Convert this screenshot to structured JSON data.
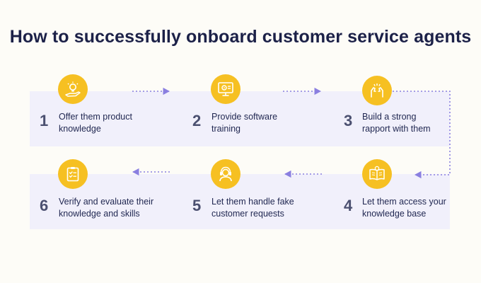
{
  "title": "How to successfully onboard customer service agents",
  "accent_color": "#f6c022",
  "band_color": "#f1f0fb",
  "arrow_color": "#8a7fe0",
  "steps": [
    {
      "number": "1",
      "line1": "Offer them product",
      "line2": "knowledge",
      "icon": "lightbulb-hand-icon"
    },
    {
      "number": "2",
      "line1": "Provide software",
      "line2": "training",
      "icon": "monitor-settings-icon"
    },
    {
      "number": "3",
      "line1": "Build a strong",
      "line2": "rapport with them",
      "icon": "high-five-icon"
    },
    {
      "number": "4",
      "line1": "Let them access your",
      "line2": "knowledge base",
      "icon": "open-book-icon"
    },
    {
      "number": "5",
      "line1": "Let them handle fake",
      "line2": "customer requests",
      "icon": "headset-agent-icon"
    },
    {
      "number": "6",
      "line1": "Verify and evaluate their",
      "line2": "knowledge and skills",
      "icon": "checklist-clipboard-icon"
    }
  ]
}
